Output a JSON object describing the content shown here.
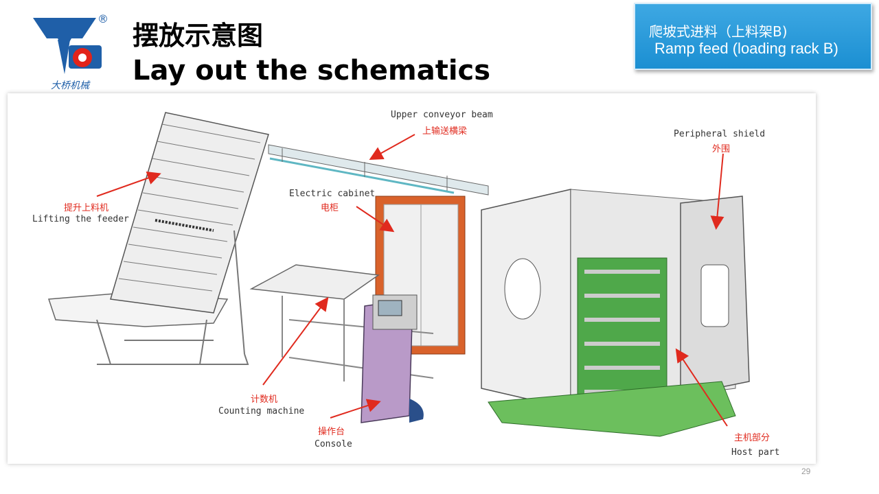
{
  "header": {
    "title_zh": "摆放示意图",
    "title_en": "Lay out the schematics",
    "logo_text": "大桥机械",
    "logo_mark": "®"
  },
  "badge": {
    "line1": "爬坡式进料（上料架B)",
    "line2": "Ramp feed (loading rack B)",
    "color": "#2a9ad8"
  },
  "labels": {
    "upper_conveyor_en": "Upper conveyor beam",
    "upper_conveyor_zh": "上输送横梁",
    "peripheral_en": "Peripheral shield",
    "peripheral_zh": "外围",
    "electric_en": "Electric cabinet",
    "electric_zh": "电柜",
    "feeder_zh": "提升上料机",
    "feeder_en": "Lifting the feeder",
    "counting_zh": "计数机",
    "counting_en": "Counting machine",
    "console_zh": "操作台",
    "console_en": "Console",
    "host_zh": "主机部分",
    "host_en": "Host part"
  },
  "footer": {
    "page": "29"
  },
  "colors": {
    "arrow": "#e02a1e",
    "cabinet": "#d9622b",
    "console": "#b99ac8",
    "green": "#4fa84a"
  }
}
